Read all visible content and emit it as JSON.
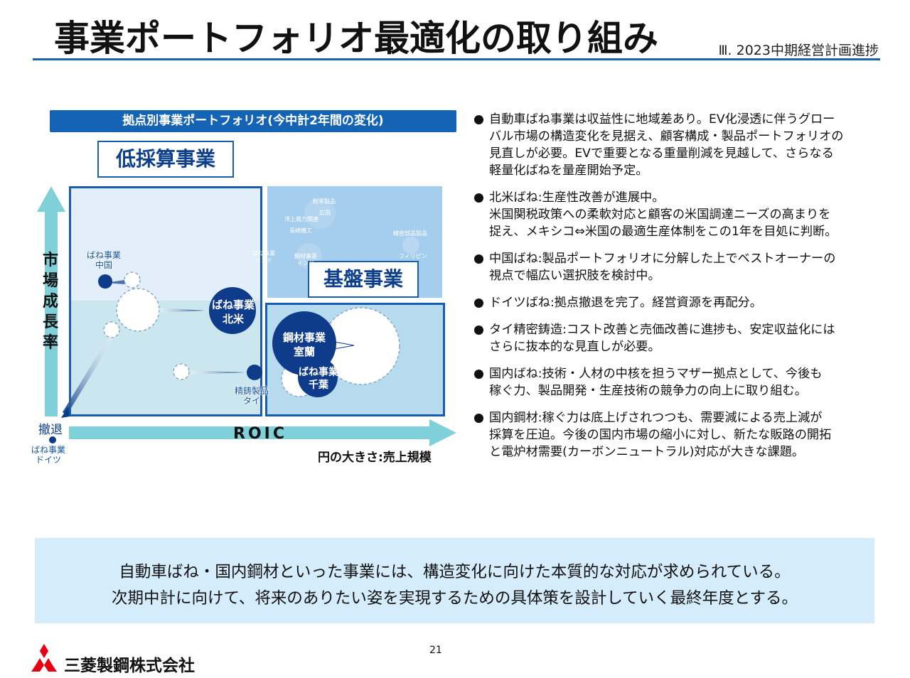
{
  "header": {
    "title": "事業ポートフォリオ最適化の取り組み",
    "section": "Ⅲ. 2023中期経営計画進捗"
  },
  "chart": {
    "heading": "拠点別事業ポートフォリオ(今中計2年間の変化)",
    "quadrant_low": "低採算事業",
    "quadrant_base": "基盤事業",
    "y_axis_label": [
      "市",
      "場",
      "成",
      "長",
      "率"
    ],
    "x_axis_label": "ROIC",
    "circle_note": "円の大きさ:売上規模",
    "withdraw_label": "撤退",
    "labels": {
      "spring_germany": [
        "ばね事業",
        "ドイツ"
      ],
      "spring_china": [
        "ばね事業",
        "中国"
      ],
      "spring_na": [
        "ばね事業",
        "北米"
      ],
      "casting_thai": [
        "精鋳製品",
        "タイ"
      ],
      "steel_muroran": [
        "鋼材事業",
        "室蘭"
      ],
      "spring_chiba": [
        "ばね事業",
        "千葉"
      ],
      "powder": "粉末製品",
      "hiroda": "広田",
      "offshore_wind": "洋上風力関連",
      "nagasaki": "長崎機工",
      "precision_parts": "精密部品製品",
      "philippines": "フィリピン",
      "spring_india": [
        "ばね事業",
        "インド"
      ],
      "steel_india": [
        "鋼材事業",
        "インド"
      ]
    }
  },
  "bullets": [
    {
      "lines": [
        "自動車ばね事業は収益性に地域差あり。EV化浸透に伴うグロー",
        "バル市場の構造変化を見据え、顧客構成・製品ポートフォリオの",
        "見直しが必要。EVで重要となる重量削減を見越して、さらなる",
        "軽量化ばねを量産開始予定。"
      ]
    },
    {
      "lines": [
        "北米ばね:生産性改善が進展中。",
        "米国関税政策への柔軟対応と顧客の米国調達ニーズの高まりを",
        "捉え、メキシコ⇔米国の最適生産体制をこの1年を目処に判断。"
      ]
    },
    {
      "lines": [
        "中国ばね:製品ポートフォリオに分解した上でベストオーナーの",
        "視点で幅広い選択肢を検討中。"
      ]
    },
    {
      "lines": [
        "ドイツばね:拠点撤退を完了。経営資源を再配分。"
      ]
    },
    {
      "lines": [
        "タイ精密鋳造:コスト改善と売価改善に進捗も、安定収益化には",
        "さらに抜本的な見直しが必要。"
      ]
    },
    {
      "lines": [
        "国内ばね:技術・人材の中核を担うマザー拠点として、今後も",
        "稼ぐ力、製品開発・生産技術の競争力の向上に取り組む。"
      ]
    },
    {
      "lines": [
        "国内鋼材:稼ぐ力は底上げされつつも、需要減による売上減が",
        "採算を圧迫。今後の国内市場の縮小に対し、新たな販路の開拓",
        "と電炉材需要(カーボンニュートラル)対応が大きな課題。"
      ]
    }
  ],
  "bullet_symbol": "●",
  "conclusion": {
    "line1": "自動車ばね・国内鋼材といった事業には、構造変化に向けた本質的な対応が求められている。",
    "line2": "次期中計に向けて、将来のありたい姿を実現するための具体策を設計していく最終年度とする。"
  },
  "footer": {
    "page_number": "21",
    "company": "三菱製鋼株式会社"
  },
  "colors": {
    "primary_blue": "#1563b5",
    "dark_blue": "#0b3c89",
    "light_panel": "#d4ecfb",
    "logo_red": "#e60012"
  }
}
